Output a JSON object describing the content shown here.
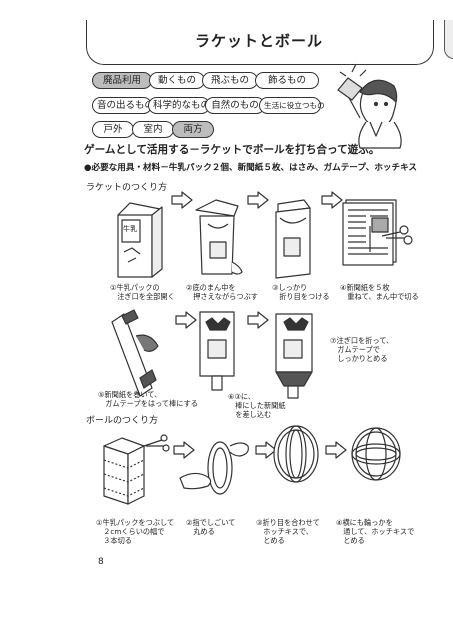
{
  "title": "ラケットとボール",
  "tags_row1": [
    "廃品利用",
    "動くもの",
    "飛ぶもの",
    "飾るもの"
  ],
  "tags_row2": [
    "音の出るもの",
    "科学的なもの",
    "自然のもの",
    "生活に役立つもの"
  ],
  "tags_row3": [
    "戸外",
    "室内",
    "両方"
  ],
  "subtitle": "ゲームとして活用する－ラケットでボールを打ち合って遊ぶ。",
  "materials": "●必要な用具・材料－牛乳パック２個、新聞紙５枚、はさみ、ガムテープ、ホッチキス",
  "racket_section": "ラケットのつくり方",
  "ball_section": "ボールのつくり方",
  "milk_label": "牛乳",
  "racket_steps": [
    "①牛乳パックの\n　注ぎ口を全部開く",
    "②底のまん中を\n　押さえながらつぶす",
    "③しっかり\n　折り目をつける",
    "④新聞紙を５枚\n　重ねて、まん中で切る",
    "⑤新聞紙を巻いて、\n　ガムテープをはって棒にする",
    "⑥③に、\n　棒にした新聞紙\n　を差し込む",
    "⑦注ぎ口を折って、\n　ガムテープで\n　しっかりとめる"
  ],
  "ball_steps": [
    "①牛乳パックをつぶして\n　２cmくらいの幅で\n　３本切る",
    "②指でしごいて\n　丸める",
    "③折り目を合わせて\n　ホッチキスで、\n　とめる",
    "④横にも輪っかを\n　通して、ホッチキスで\n　とめる"
  ],
  "page_number": "8"
}
